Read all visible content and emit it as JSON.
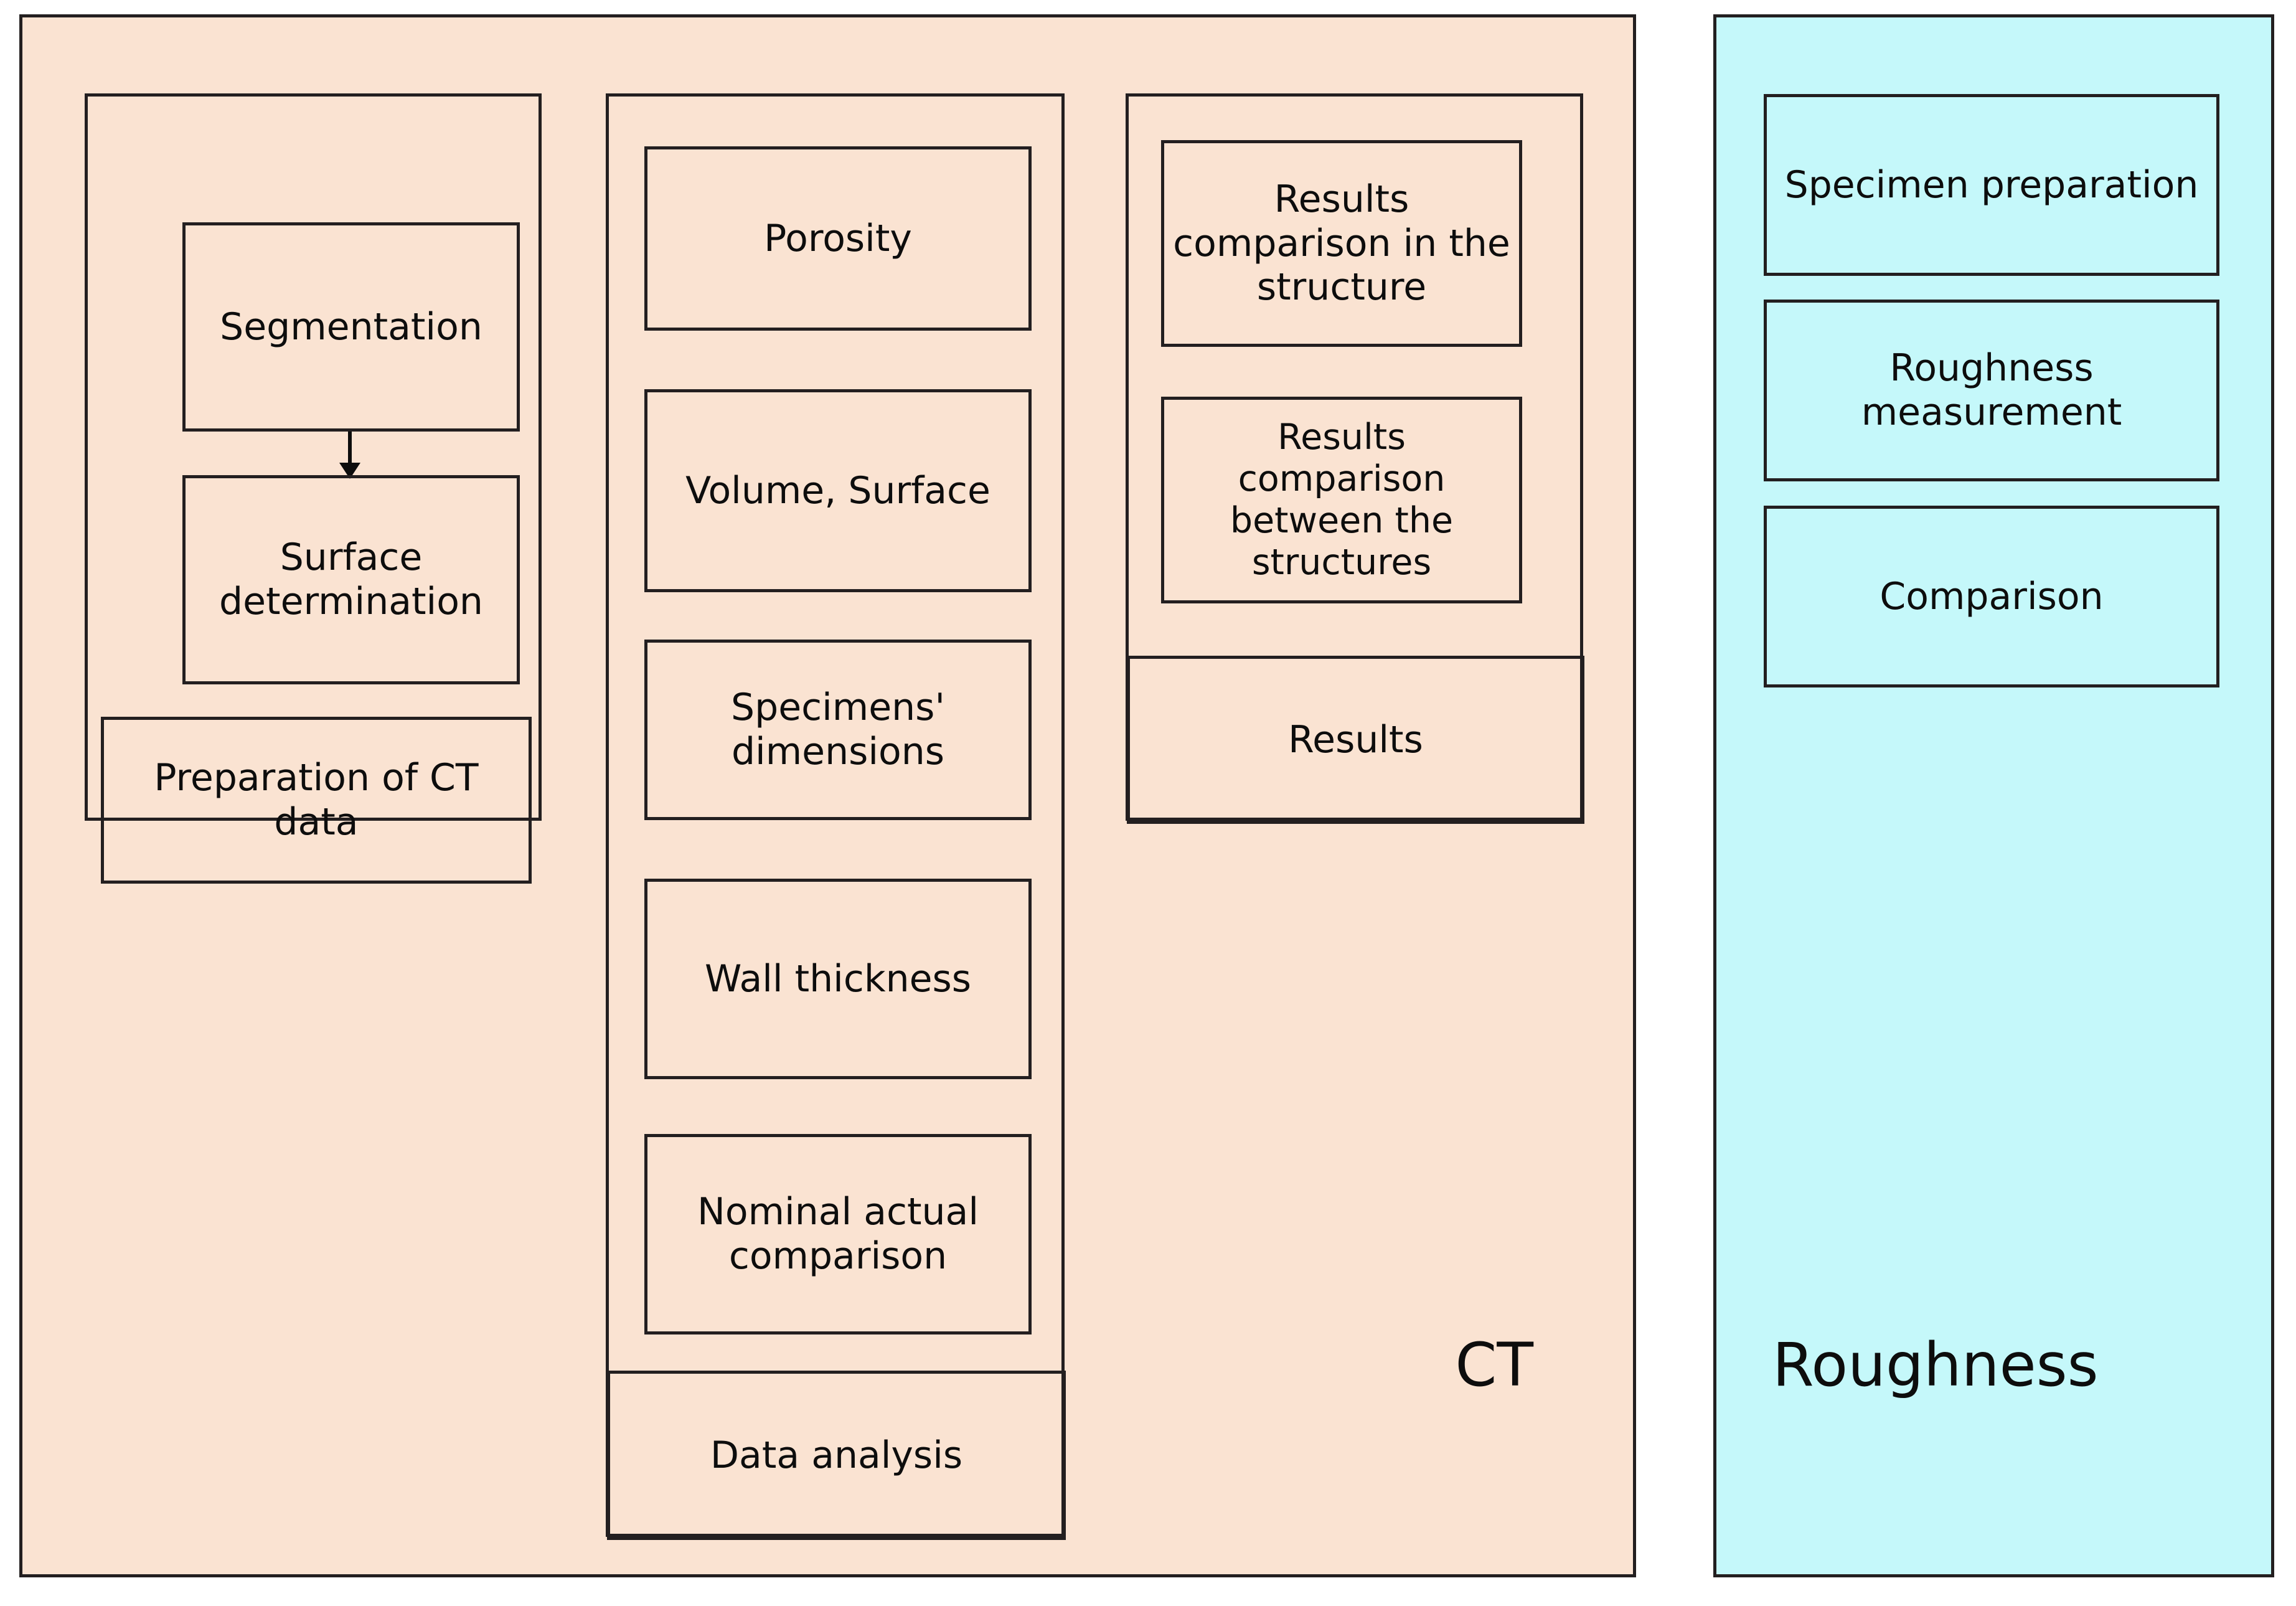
{
  "diagram": {
    "title": "CT and Roughness evaluation workflow",
    "colors": {
      "ct_panel_bg": "#FAE3D2",
      "roughness_panel_bg": "#C5F8FA",
      "border": "#231f20",
      "text": "#0d0d0d"
    }
  },
  "ct": {
    "label": "CT",
    "column1": {
      "stage_label": "Preparation of CT data",
      "steps": [
        {
          "label": "Segmentation"
        },
        {
          "label": "Surface determination"
        }
      ],
      "arrow": "arrow-down"
    },
    "column2": {
      "stage_label": "Data analysis",
      "steps": [
        {
          "label": "Porosity"
        },
        {
          "label": "Volume, Surface"
        },
        {
          "label": "Specimens' dimensions"
        },
        {
          "label": "Wall thickness"
        },
        {
          "label": "Nominal actual comparison"
        }
      ]
    },
    "column3": {
      "stage_label": "Results",
      "steps": [
        {
          "label": "Results comparison in the structure"
        },
        {
          "label": "Results comparison between the structures"
        }
      ]
    }
  },
  "roughness": {
    "label": "Roughness",
    "steps": [
      {
        "label": "Specimen preparation"
      },
      {
        "label": "Roughness measurement"
      },
      {
        "label": "Comparison"
      }
    ]
  }
}
